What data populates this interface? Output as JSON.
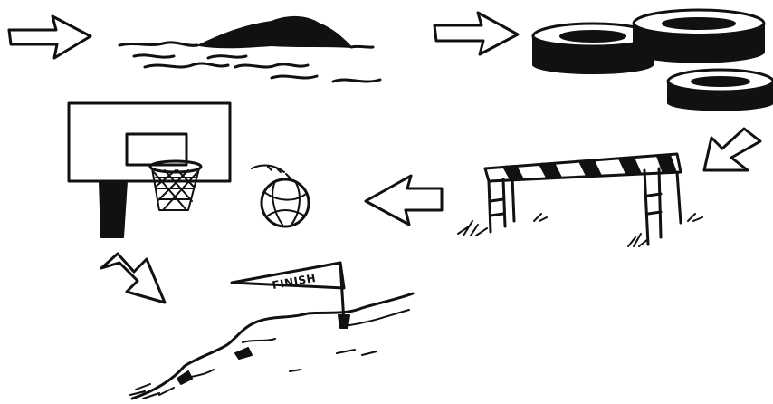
{
  "scene": {
    "ink_color": "#111111",
    "background": "#ffffff",
    "sequence": [
      {
        "step": 1,
        "item": "water"
      },
      {
        "step": 2,
        "item": "tires"
      },
      {
        "step": 3,
        "item": "hurdle"
      },
      {
        "step": 4,
        "item": "basketball-hoop"
      },
      {
        "step": 5,
        "item": "finish-flag"
      }
    ],
    "arrows": [
      {
        "name": "arrow-right-icon",
        "direction": "right"
      },
      {
        "name": "arrow-right-icon",
        "direction": "right"
      },
      {
        "name": "arrow-down-left-icon",
        "direction": "down-left"
      },
      {
        "name": "arrow-left-icon",
        "direction": "left"
      },
      {
        "name": "arrow-down-right-icon",
        "direction": "down-right"
      }
    ],
    "finish_flag": {
      "label": "FINISH"
    }
  }
}
